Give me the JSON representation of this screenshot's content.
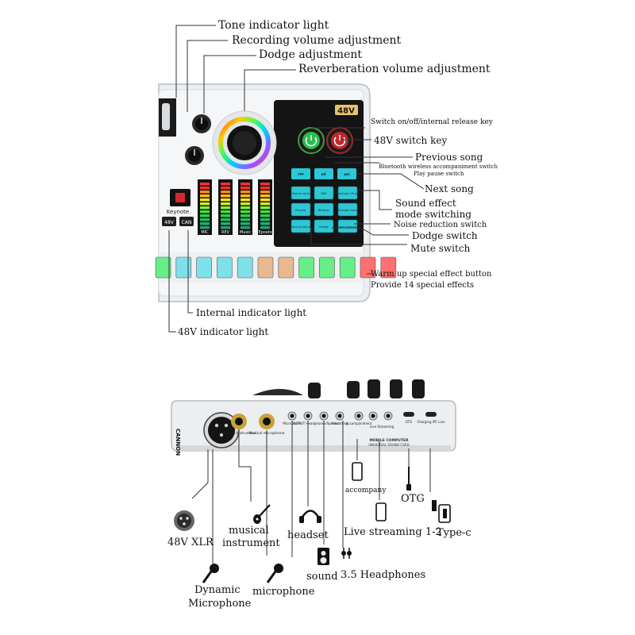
{
  "top_panel": {
    "badge_48v": "48V",
    "keynote_label": "Keynote",
    "left_small_keys": [
      "48V",
      "CAN"
    ],
    "meter_labels": [
      "MIC",
      "REV",
      "Music",
      "Epoets"
    ],
    "transport_icons": [
      "previous-icon",
      "play-pause-icon",
      "next-icon"
    ],
    "mode_keys": [
      "Original sound",
      "RAP",
      "Electronic Music",
      "Popular",
      "Whisper",
      "Change voice",
      "Silencing Volume",
      "Dodge",
      "Noise reduction"
    ],
    "effect_keys_colors": [
      "#66ee88",
      "#7ee0e8",
      "#7ee0e8",
      "#7ee0e8",
      "#7ee0e8",
      "#e8b890",
      "#e8b890",
      "#66ee88",
      "#66ee88",
      "#66ee88",
      "#ff7070",
      "#ff7070"
    ]
  },
  "callouts_top": {
    "tone_indicator": "Tone indicator light",
    "recording_volume": "Recording volume adjustment",
    "dodge_adjustment": "Dodge adjustment",
    "reverberation": "Reverberation volume adjustment",
    "switch_onoff": "Switch on/off/internal release key",
    "switch_48v": "48V switch key",
    "previous_song": "Previous song",
    "bluetooth_switch": "Bluetooth wireless accompaniment switch",
    "play_pause": "Play pause switch",
    "next_song": "Next song",
    "sound_effect_mode_1": "Sound effect",
    "sound_effect_mode_2": "mode switching",
    "noise_reduction": "Noise reduction switch",
    "dodge_switch": "Dodge switch",
    "mute_switch": "Mute switch",
    "warm_up_1": "Warm up special effect button",
    "warm_up_2": "Provide 14 special effects",
    "internal_indicator": "Internal indicator light",
    "indicator_48v": "48V indicator light"
  },
  "back_panel": {
    "side_label": "CANNON",
    "ports": [
      "Musical Instrument",
      "Musical microphone",
      "Microphone",
      "OUTPUT Headphones/Speaker",
      "Recording",
      "Accompaniment",
      "Live Streaming",
      "OTG",
      "Charging iPC Live"
    ],
    "center_text_1": "MOBILE COMPUTER",
    "center_text_2": "UNIVERSAL SOUND CARD"
  },
  "callouts_bottom": {
    "xlr": "48V XLR",
    "musical_instrument_1": "musical",
    "musical_instrument_2": "instrument",
    "headset": "headset",
    "dynamic_1": "Dynamic",
    "dynamic_2": "Microphone",
    "microphone": "microphone",
    "sound": "sound",
    "headphones_35": "3.5 Headphones",
    "accompany": "accompany",
    "live_streaming": "Live streaming 1-2",
    "otg": "OTG",
    "type_c": "Type-c"
  },
  "colors": {
    "panel_body": "#e9ecef",
    "panel_black": "#151515",
    "effect_cyan": "#7ee0e8",
    "effect_green": "#66ee88",
    "effect_red": "#ff7070",
    "effect_peach": "#e8b890",
    "rgb_ring": [
      "#ff3a3a",
      "#ffcc00",
      "#33ff66",
      "#00ccff",
      "#9955ff",
      "#ff33aa"
    ]
  }
}
